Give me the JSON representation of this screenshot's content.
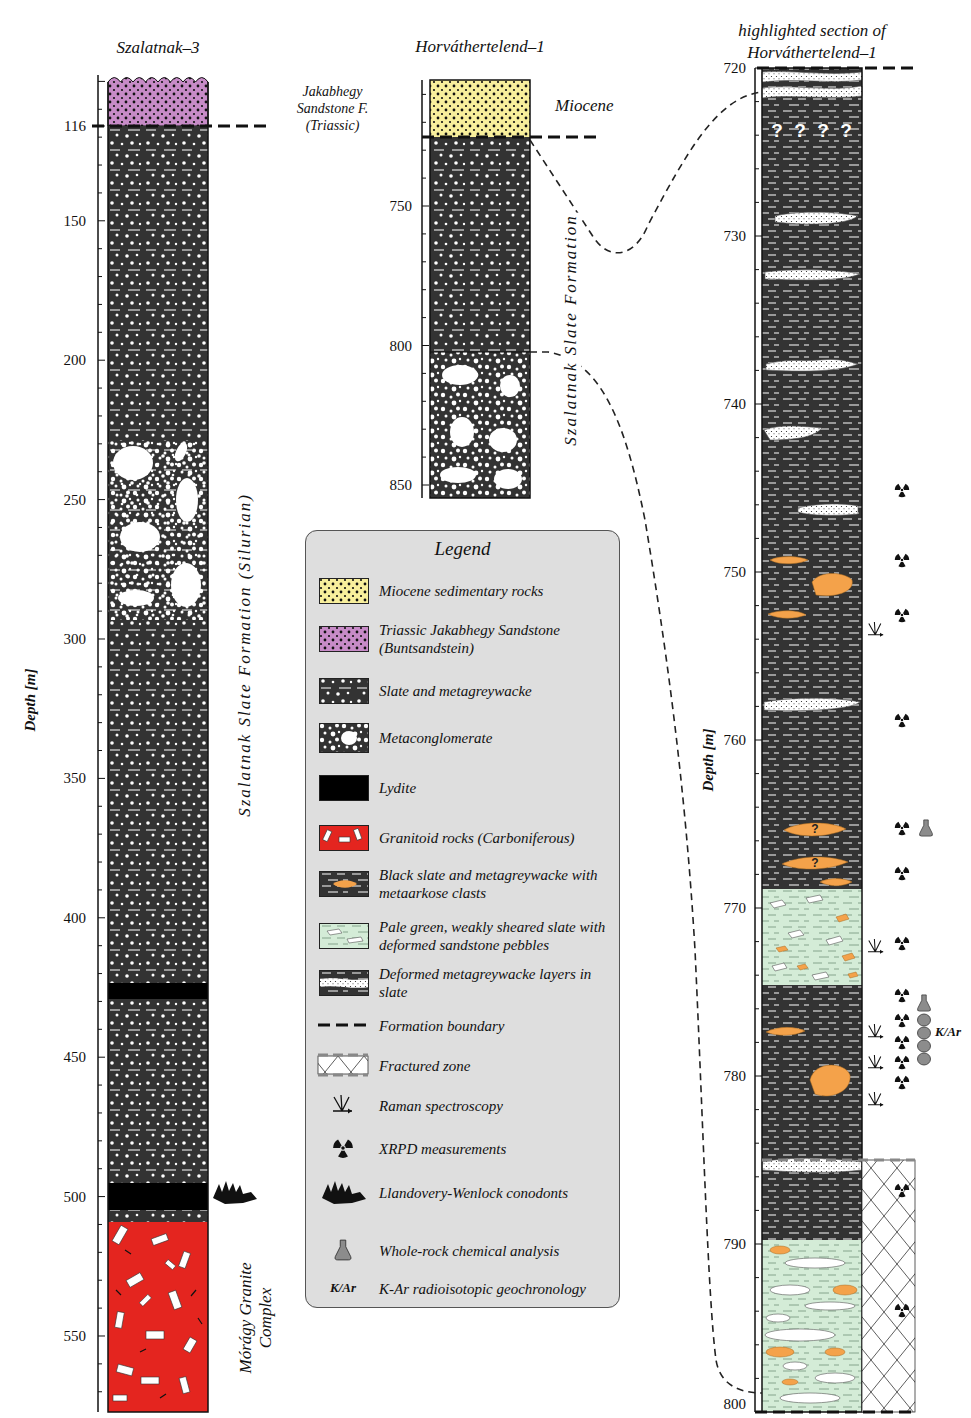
{
  "diagram": {
    "nodes": [
      {
        "text": [
          "Szalatnak–3"
        ]
      },
      {
        "text": [
          "Horváthertelend–1"
        ]
      },
      {
        "text": [
          "highlighted section of Horváthertelend–1"
        ]
      },
      {
        "text": [
          "Legend"
        ]
      }
    ],
    "edges": [
      {
        "from": 1,
        "to": 2,
        "arrow": "none"
      },
      {
        "from": 1,
        "to": 2,
        "arrow": "none"
      }
    ],
    "labels": [
      "116",
      "150",
      "200",
      "250",
      "300",
      "350",
      "400",
      "450",
      "500",
      "550",
      "Depth [m]",
      "Jakabhegy Sandstone F. (Triassic)",
      "Szalatnak Slate Formation (Silurian)",
      "Mórágy Granite Complex",
      "Miocene",
      "750",
      "800",
      "850",
      "Szalatnak Slate Formation",
      "720",
      "730",
      "740",
      "750",
      "760",
      "770",
      "780",
      "790",
      "800",
      "Depth [m]",
      "?",
      "?",
      "?",
      "?",
      "?",
      "?",
      "K/Ar",
      "K/Ar"
    ],
    "legend": [
      {
        "text": "Miocene sedimentary rocks",
        "color": "#f8ef9c"
      },
      {
        "text": "Triassic Jakabhegy Sandstone (Buntsandstein)",
        "color": "#c78bc7"
      },
      {
        "text": "Slate and metagreywacke",
        "color": "#333333"
      },
      {
        "text": "Metaconglomerate",
        "color": "#333333"
      },
      {
        "text": "Lydite",
        "color": "#000000"
      },
      {
        "text": "Granitoid rocks (Carboniferous)",
        "color": "#e4251f"
      },
      {
        "text": "Black slate and metagreywacke with metaarkose clasts",
        "color": "#333333"
      },
      {
        "text": "Pale green, weakly sheared slate with deformed sandstone pebbles",
        "color": "#d4ecd7"
      },
      {
        "text": "Deformed metagreywacke layers in slate",
        "color": "#333333"
      },
      {
        "text": "Formation boundary"
      },
      {
        "text": "Fractured zone"
      },
      {
        "text": "Raman spectroscopy"
      },
      {
        "text": "XRPD measurements"
      },
      {
        "text": "Llandovery-Wenlock conodonts"
      },
      {
        "text": "Whole-rock chemical analysis"
      },
      {
        "text": "K-Ar radioisotopic geochronology"
      }
    ]
  }
}
